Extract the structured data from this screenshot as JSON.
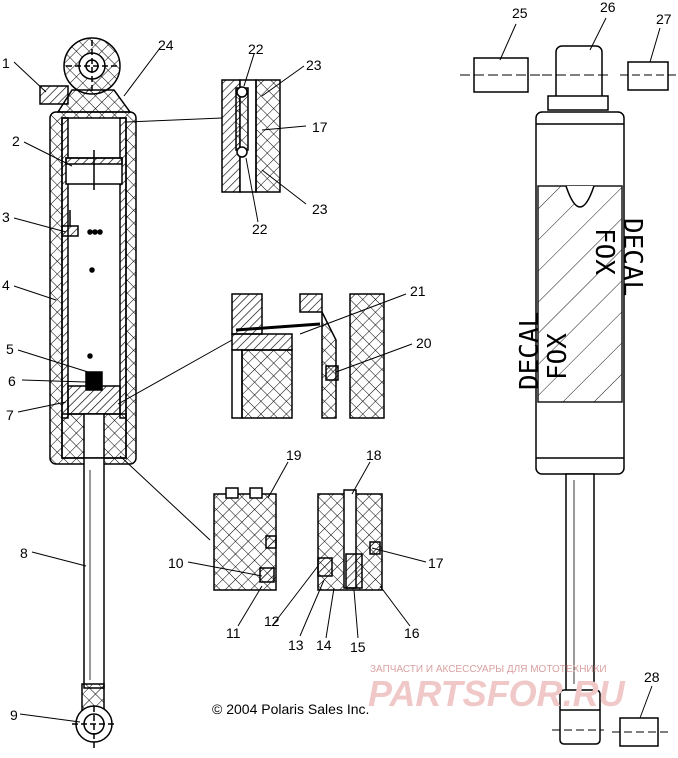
{
  "callouts": {
    "c1": "1",
    "c2": "2",
    "c3": "3",
    "c4": "4",
    "c5": "5",
    "c6": "6",
    "c7": "7",
    "c8": "8",
    "c9": "9",
    "c10": "10",
    "c11": "11",
    "c12": "12",
    "c13": "13",
    "c14": "14",
    "c15": "15",
    "c16": "16",
    "c17a": "17",
    "c17b": "17",
    "c18": "18",
    "c19": "19",
    "c20": "20",
    "c21": "21",
    "c22a": "22",
    "c22b": "22",
    "c23a": "23",
    "c23b": "23",
    "c24": "24",
    "c25": "25",
    "c26": "26",
    "c27": "27",
    "c28": "28"
  },
  "decals": {
    "upper_fox": "FOX",
    "upper_decal": "DECAL",
    "lower_fox": "FOX",
    "lower_decal": "DECAL"
  },
  "copyright": "© 2004 Polaris Sales Inc.",
  "watermark": {
    "subtitle": "ЗАПЧАСТИ И АКСЕССУАРЫ ДЛЯ МОТОТЕХНИКИ",
    "brand": "PARTSFOR.RU"
  },
  "colors": {
    "line": "#000000",
    "watermark": "#e8a0a0"
  }
}
